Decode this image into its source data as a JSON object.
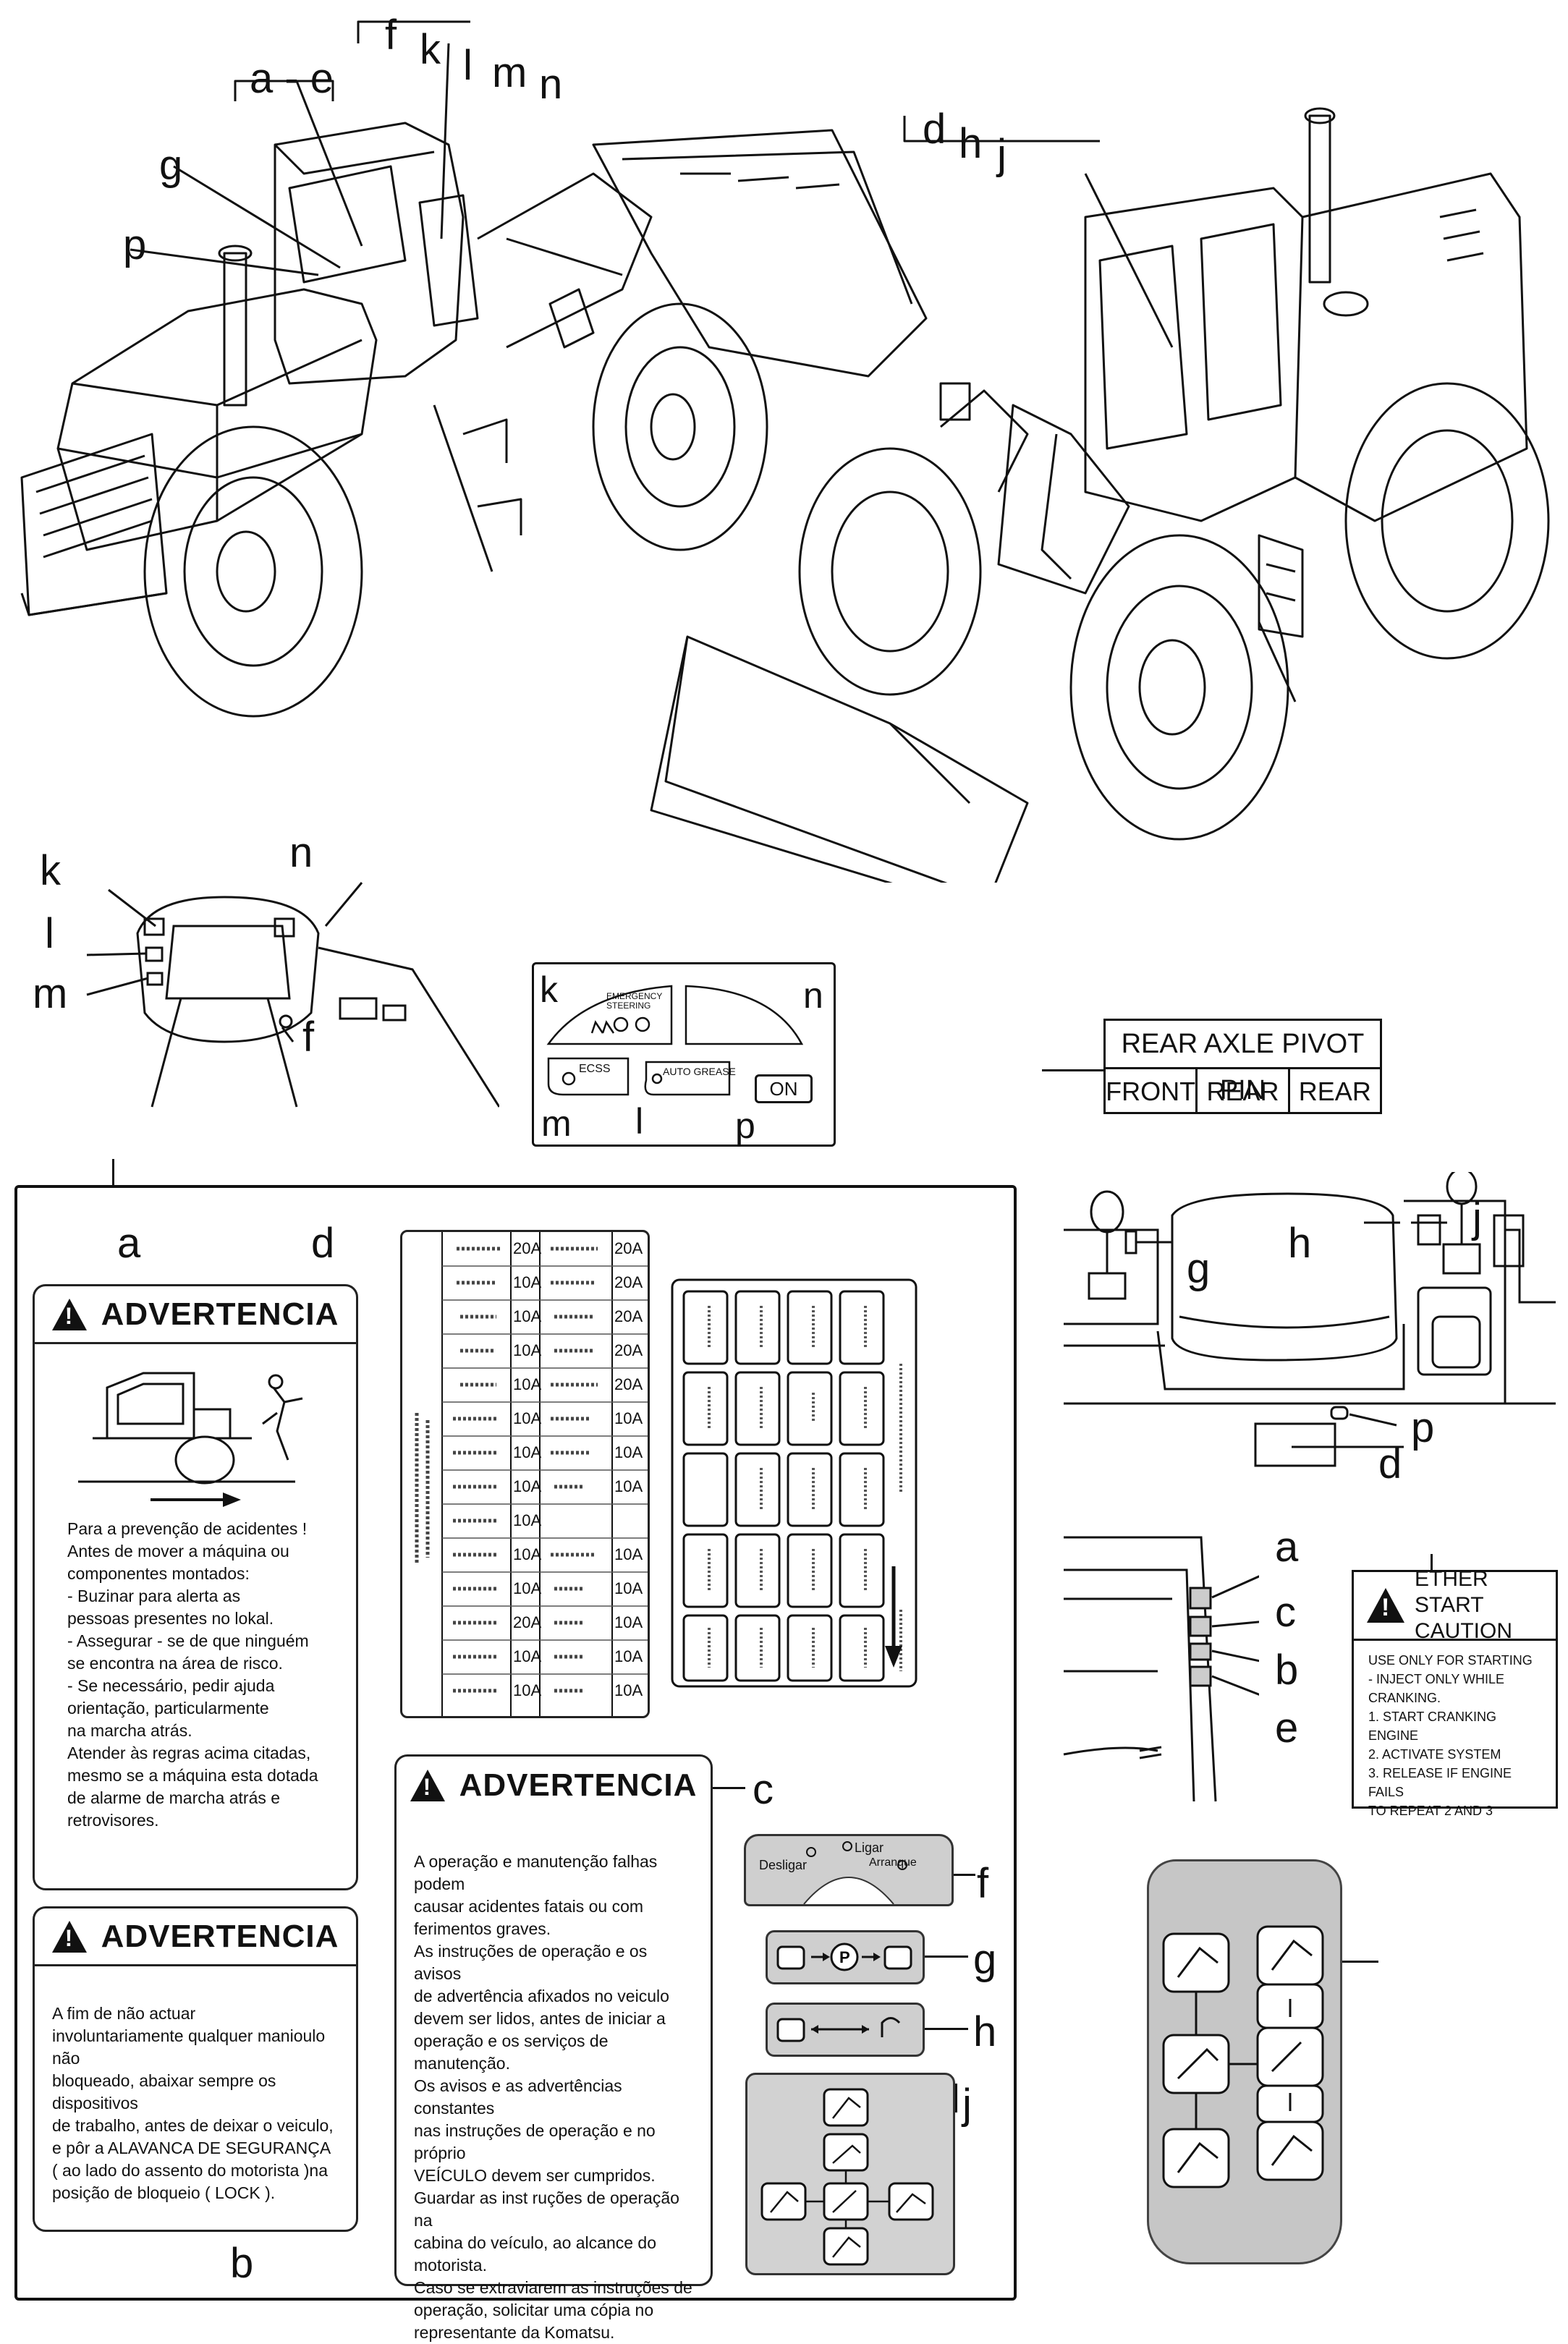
{
  "callouts": {
    "top_a_e": "a - e",
    "top_f": "f",
    "top_k": "k",
    "top_l": "l",
    "top_m": "m",
    "top_n": "n",
    "top_g": "g",
    "top_p": "p",
    "top_d": "d",
    "top_h": "h",
    "top_j": "j",
    "dash_k": "k",
    "dash_l": "l",
    "dash_m": "m",
    "dash_n": "n",
    "dash_f": "f",
    "panel_a": "a",
    "panel_b": "b",
    "panel_c": "c",
    "panel_d": "d",
    "panel_f": "f",
    "panel_g": "g",
    "panel_h": "h",
    "panel_j": "j",
    "cab_g": "g",
    "cab_h": "h",
    "cab_j": "j",
    "cab_p": "p",
    "cab_d": "d",
    "side_a": "a",
    "side_c": "c",
    "side_b": "b",
    "side_e": "e"
  },
  "switch_panel": {
    "k": "k",
    "n": "n",
    "m": "m",
    "l": "l",
    "p": "p",
    "emergency_steering": "EMERGENCY\nSTEERING",
    "ecss": "ECSS",
    "auto_grease": "AUTO GREASE",
    "on_button": "ON"
  },
  "rear_axle_label": {
    "title": "REAR AXLE PIVOT PIN",
    "cells": [
      "FRONT",
      "REAR",
      "REAR"
    ]
  },
  "warning_a": {
    "title": "ADVERTENCIA",
    "body": "Para a prevenção de acidentes !\nAntes de mover a máquina ou\ncomponentes montados:\n  -  Buzinar para alerta as\n     pessoas presentes no lokal.\n  -  Assegurar - se de que ninguém\n     se encontra na área de risco.\n  -  Se necessário, pedir ajuda\n     orientação, particularmente\n     na marcha atrás.\nAtender às regras acima citadas,\nmesmo se a máquina esta dotada\nde alarme de marcha atrás e\nretrovisores."
  },
  "warning_b": {
    "title": "ADVERTENCIA",
    "body": "A fim de não actuar\ninvoluntariamente qualquer manioulo não\nbloqueado, abaixar sempre os dispositivos\nde trabalho, antes de deixar o veiculo,\ne pôr a ALAVANCA DE SEGURANÇA\n( ao lado do assento do motorista )na\nposição de bloqueio ( LOCK )."
  },
  "warning_c": {
    "title": "ADVERTENCIA",
    "body": "A operação e manutenção falhas podem\ncausar acidentes fatais ou com\nferimentos graves.\nAs instruções de operação e os avisos\nde advertência afixados no veiculo\ndevem ser lidos, antes de iniciar a\noperação e os serviços de manutenção.\nOs avisos e as advertências constantes\nnas instruções de operação e no próprio\nVEÍCULO devem ser cumpridos.\nGuardar as inst ruções de operação na\ncabina do veículo, ao alcance do motorista.\nCaso se extraviarem as instruções de\noperação, solicitar uma cópia no\nrepresentante da Komatsu."
  },
  "fuse_ratings": {
    "left": [
      "20A",
      "10A",
      "10A",
      "10A",
      "10A",
      "10A",
      "10A",
      "10A",
      "10A",
      "10A",
      "10A",
      "20A",
      "10A",
      "10A"
    ],
    "right": [
      "20A",
      "20A",
      "20A",
      "20A",
      "20A",
      "10A",
      "10A",
      "10A",
      "",
      "10A",
      "10A",
      "10A",
      "10A",
      "10A"
    ]
  },
  "key_switch": {
    "off": "Desligar",
    "on": "Ligar",
    "start": "Arranque"
  },
  "ether_caution": {
    "title_line1": "ETHER START",
    "title_line2": "CAUTION",
    "body": "USE ONLY  FOR STARTING\n- INJECT ONLY WHILE\nCRANKING.\n1. START CRANKING ENGINE\n2. ACTIVATE SYSTEM\n3. RELEASE IF ENGINE FAILS\n    TO REPEAT  2 AND 3"
  }
}
